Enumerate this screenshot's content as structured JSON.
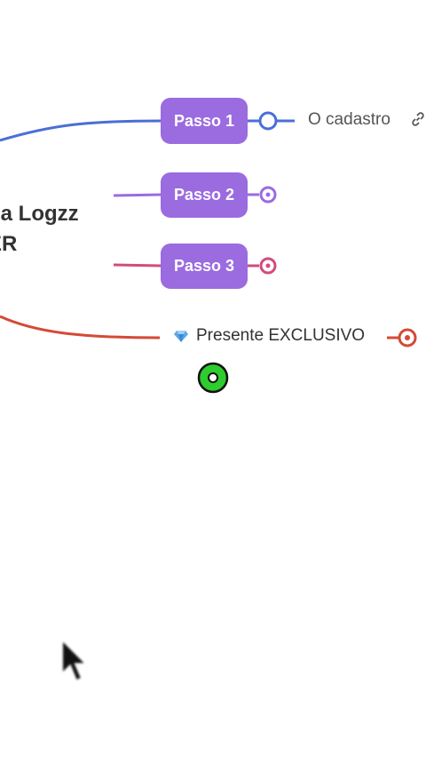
{
  "central_topic": {
    "line1": "na Logzz",
    "line2": "ER"
  },
  "branches": [
    {
      "id": "passo1",
      "label": "Passo 1",
      "color": "#4a6fd6",
      "detail": "O cadastro"
    },
    {
      "id": "passo2",
      "label": "Passo 2",
      "color": "#9b6be0"
    },
    {
      "id": "passo3",
      "label": "Passo 3",
      "color": "#d24c7e"
    },
    {
      "id": "presente",
      "label": "Presente EXCLUSIVO",
      "color": "#d44a36"
    }
  ],
  "colors": {
    "node_fill": "#9b6be0",
    "cursor_dot": "#2ecc2e"
  },
  "icons": [
    "link-icon",
    "gem-icon",
    "collapse-icon",
    "mouse-cursor-icon"
  ]
}
